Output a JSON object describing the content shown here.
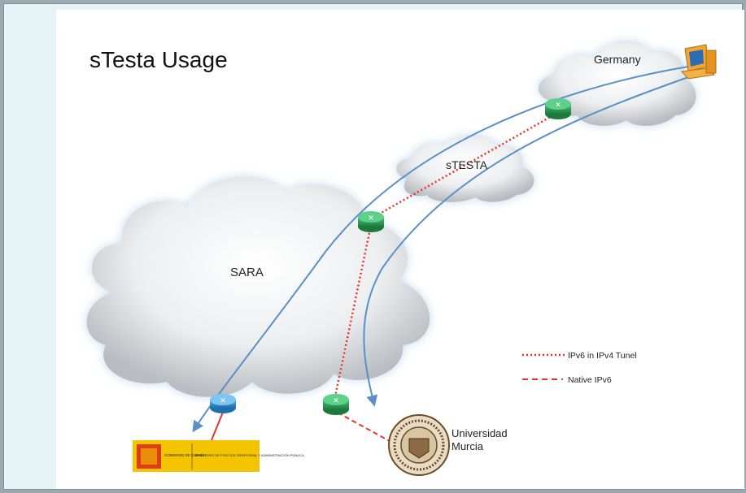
{
  "slide": {
    "title": "sTesta Usage"
  },
  "clouds": {
    "germany": "Germany",
    "stesta": "sTESTA",
    "sara": "SARA"
  },
  "sites": {
    "universidad_line1": "Universidad",
    "universidad_line2": "Murcia"
  },
  "legend": {
    "tunnel": "IPv6 in IPv4 Tunel",
    "native": "Native IPv6",
    "tunnel_color": "#e8332a",
    "native_color": "#e8332a"
  },
  "colors": {
    "route_line": "#5b8fc8",
    "router_green": "#2e9e52",
    "router_blue": "#2f8fd0",
    "gov_logo_yellow": "#f4c400"
  },
  "logos": {
    "gobierno_text": "GOBIERNO DE ESPAÑA",
    "ministerio_text": "MINISTERIO DE POLÍTICA TERRITORIAL Y ADMINISTRACIÓN PÚBLICA"
  },
  "icons": {
    "computer": "computer-icon",
    "router": "router-icon",
    "seal": "university-seal"
  }
}
